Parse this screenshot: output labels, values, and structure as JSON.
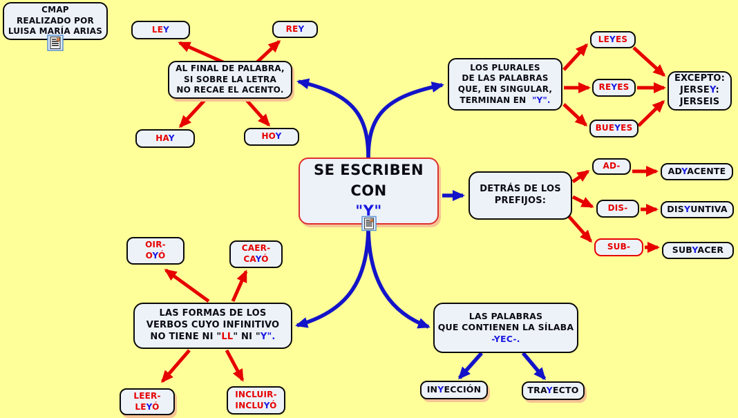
{
  "colors": {
    "background": "#ffff99",
    "node_fill": "#edf2f8",
    "node_border": "#0a0a0a",
    "center_border": "#dd2f2f",
    "shadow": "#f6c494",
    "black": "#0a0a14",
    "red": "#e60000",
    "blue": "#1a1ae0",
    "arrow_red": "#e60000",
    "arrow_blue": "#1313c9"
  },
  "icons": {
    "credit_resource": "document-resource-icon",
    "center_resource": "document-resource-icon"
  },
  "nodes": {
    "credit": {
      "lines": [
        [
          {
            "t": "CMAP",
            "c": "black"
          }
        ],
        [
          {
            "t": "REALIZADO POR",
            "c": "black"
          }
        ],
        [
          {
            "t": "LUISA MARÍA ARIAS",
            "c": "black"
          }
        ]
      ]
    },
    "center": {
      "lines": [
        [
          {
            "t": "SE ESCRIBEN",
            "c": "black"
          }
        ],
        [
          {
            "t": "CON",
            "c": "black"
          }
        ],
        [
          {
            "t": "\"Y\"",
            "c": "blue"
          }
        ]
      ]
    },
    "final": {
      "lines": [
        [
          {
            "t": "AL FINAL DE PALABRA,",
            "c": "black"
          }
        ],
        [
          {
            "t": "SI SOBRE LA LETRA",
            "c": "black"
          }
        ],
        [
          {
            "t": "NO RECAE EL ACENTO.",
            "c": "black"
          }
        ]
      ]
    },
    "ley": {
      "lines": [
        [
          {
            "t": "LE",
            "c": "red"
          },
          {
            "t": "Y",
            "c": "blue"
          }
        ]
      ]
    },
    "rey": {
      "lines": [
        [
          {
            "t": "RE",
            "c": "red"
          },
          {
            "t": "Y",
            "c": "blue"
          }
        ]
      ]
    },
    "hay": {
      "lines": [
        [
          {
            "t": "HA",
            "c": "red"
          },
          {
            "t": "Y",
            "c": "blue"
          }
        ]
      ]
    },
    "hoy": {
      "lines": [
        [
          {
            "t": "HO",
            "c": "red"
          },
          {
            "t": "Y",
            "c": "blue"
          }
        ]
      ]
    },
    "plurales": {
      "lines": [
        [
          {
            "t": "LOS PLURALES",
            "c": "black"
          }
        ],
        [
          {
            "t": "DE LAS PALABRAS",
            "c": "black"
          }
        ],
        [
          {
            "t": "QUE, EN SINGULAR,",
            "c": "black"
          }
        ],
        [
          {
            "t": "TERMINAN EN  ",
            "c": "black"
          },
          {
            "t": "\"Y\".",
            "c": "blue"
          }
        ]
      ]
    },
    "leyes": {
      "lines": [
        [
          {
            "t": "LE",
            "c": "red"
          },
          {
            "t": "Y",
            "c": "blue"
          },
          {
            "t": "ES",
            "c": "red"
          }
        ]
      ]
    },
    "reyes": {
      "lines": [
        [
          {
            "t": "RE",
            "c": "red"
          },
          {
            "t": "Y",
            "c": "blue"
          },
          {
            "t": "ES",
            "c": "red"
          }
        ]
      ]
    },
    "bueyes": {
      "lines": [
        [
          {
            "t": "BUE",
            "c": "red"
          },
          {
            "t": "Y",
            "c": "blue"
          },
          {
            "t": "ES",
            "c": "red"
          }
        ]
      ]
    },
    "excepto": {
      "lines": [
        [
          {
            "t": "EXCEPTO:",
            "c": "black"
          }
        ],
        [
          {
            "t": "JERSE",
            "c": "black"
          },
          {
            "t": "Y",
            "c": "blue"
          },
          {
            "t": ":",
            "c": "black"
          }
        ],
        [
          {
            "t": "JERSEIS",
            "c": "black"
          }
        ]
      ]
    },
    "prefijos": {
      "lines": [
        [
          {
            "t": "DETRÁS DE LOS",
            "c": "black"
          }
        ],
        [
          {
            "t": "PREFIJOS:",
            "c": "black"
          }
        ]
      ]
    },
    "ad": {
      "lines": [
        [
          {
            "t": "AD-",
            "c": "red"
          }
        ]
      ]
    },
    "dis": {
      "lines": [
        [
          {
            "t": "DIS-",
            "c": "red"
          }
        ]
      ]
    },
    "sub": {
      "lines": [
        [
          {
            "t": "SUB-",
            "c": "red"
          }
        ]
      ]
    },
    "adyacente": {
      "lines": [
        [
          {
            "t": "AD",
            "c": "black"
          },
          {
            "t": "Y",
            "c": "blue"
          },
          {
            "t": "ACENTE",
            "c": "black"
          }
        ]
      ]
    },
    "disyuntiva": {
      "lines": [
        [
          {
            "t": "DIS",
            "c": "black"
          },
          {
            "t": "Y",
            "c": "blue"
          },
          {
            "t": "UNTIVA",
            "c": "black"
          }
        ]
      ]
    },
    "subyacer": {
      "lines": [
        [
          {
            "t": "SUB",
            "c": "black"
          },
          {
            "t": "Y",
            "c": "blue"
          },
          {
            "t": "ACER",
            "c": "black"
          }
        ]
      ]
    },
    "oir": {
      "lines": [
        [
          {
            "t": "OIR-",
            "c": "red"
          }
        ],
        [
          {
            "t": "O",
            "c": "red"
          },
          {
            "t": "Y",
            "c": "blue"
          },
          {
            "t": "Ó",
            "c": "red"
          }
        ]
      ]
    },
    "caer": {
      "lines": [
        [
          {
            "t": "CAER-",
            "c": "red"
          }
        ],
        [
          {
            "t": "CA",
            "c": "red"
          },
          {
            "t": "Y",
            "c": "blue"
          },
          {
            "t": "Ó",
            "c": "red"
          }
        ]
      ]
    },
    "formas": {
      "lines": [
        [
          {
            "t": "LAS FORMAS DE LOS",
            "c": "black"
          }
        ],
        [
          {
            "t": "VERBOS CUYO INFINITIVO",
            "c": "black"
          }
        ],
        [
          {
            "t": "NO TIENE NI \"",
            "c": "black"
          },
          {
            "t": "LL",
            "c": "red"
          },
          {
            "t": "\" NI \"",
            "c": "black"
          },
          {
            "t": "Y",
            "c": "blue"
          },
          {
            "t": "\".",
            "c": "blue"
          }
        ]
      ]
    },
    "leer": {
      "lines": [
        [
          {
            "t": "LEER-",
            "c": "red"
          }
        ],
        [
          {
            "t": "LE",
            "c": "red"
          },
          {
            "t": "Y",
            "c": "blue"
          },
          {
            "t": "Ó",
            "c": "red"
          }
        ]
      ]
    },
    "incluir": {
      "lines": [
        [
          {
            "t": "INCLUIR-",
            "c": "red"
          }
        ],
        [
          {
            "t": "INCLU",
            "c": "red"
          },
          {
            "t": "Y",
            "c": "blue"
          },
          {
            "t": "Ó",
            "c": "red"
          }
        ]
      ]
    },
    "palabras": {
      "lines": [
        [
          {
            "t": "LAS PALABRAS",
            "c": "black"
          }
        ],
        [
          {
            "t": "QUE CONTIENEN LA SÍLABA",
            "c": "black"
          }
        ],
        [
          {
            "t": "-YEC-.",
            "c": "blue"
          }
        ]
      ]
    },
    "inyeccion": {
      "lines": [
        [
          {
            "t": "IN",
            "c": "black"
          },
          {
            "t": "Y",
            "c": "blue"
          },
          {
            "t": "ECCIÓN",
            "c": "black"
          }
        ]
      ]
    },
    "trayecto": {
      "lines": [
        [
          {
            "t": "TRA",
            "c": "black"
          },
          {
            "t": "Y",
            "c": "blue"
          },
          {
            "t": "ECTO",
            "c": "black"
          }
        ]
      ]
    }
  }
}
